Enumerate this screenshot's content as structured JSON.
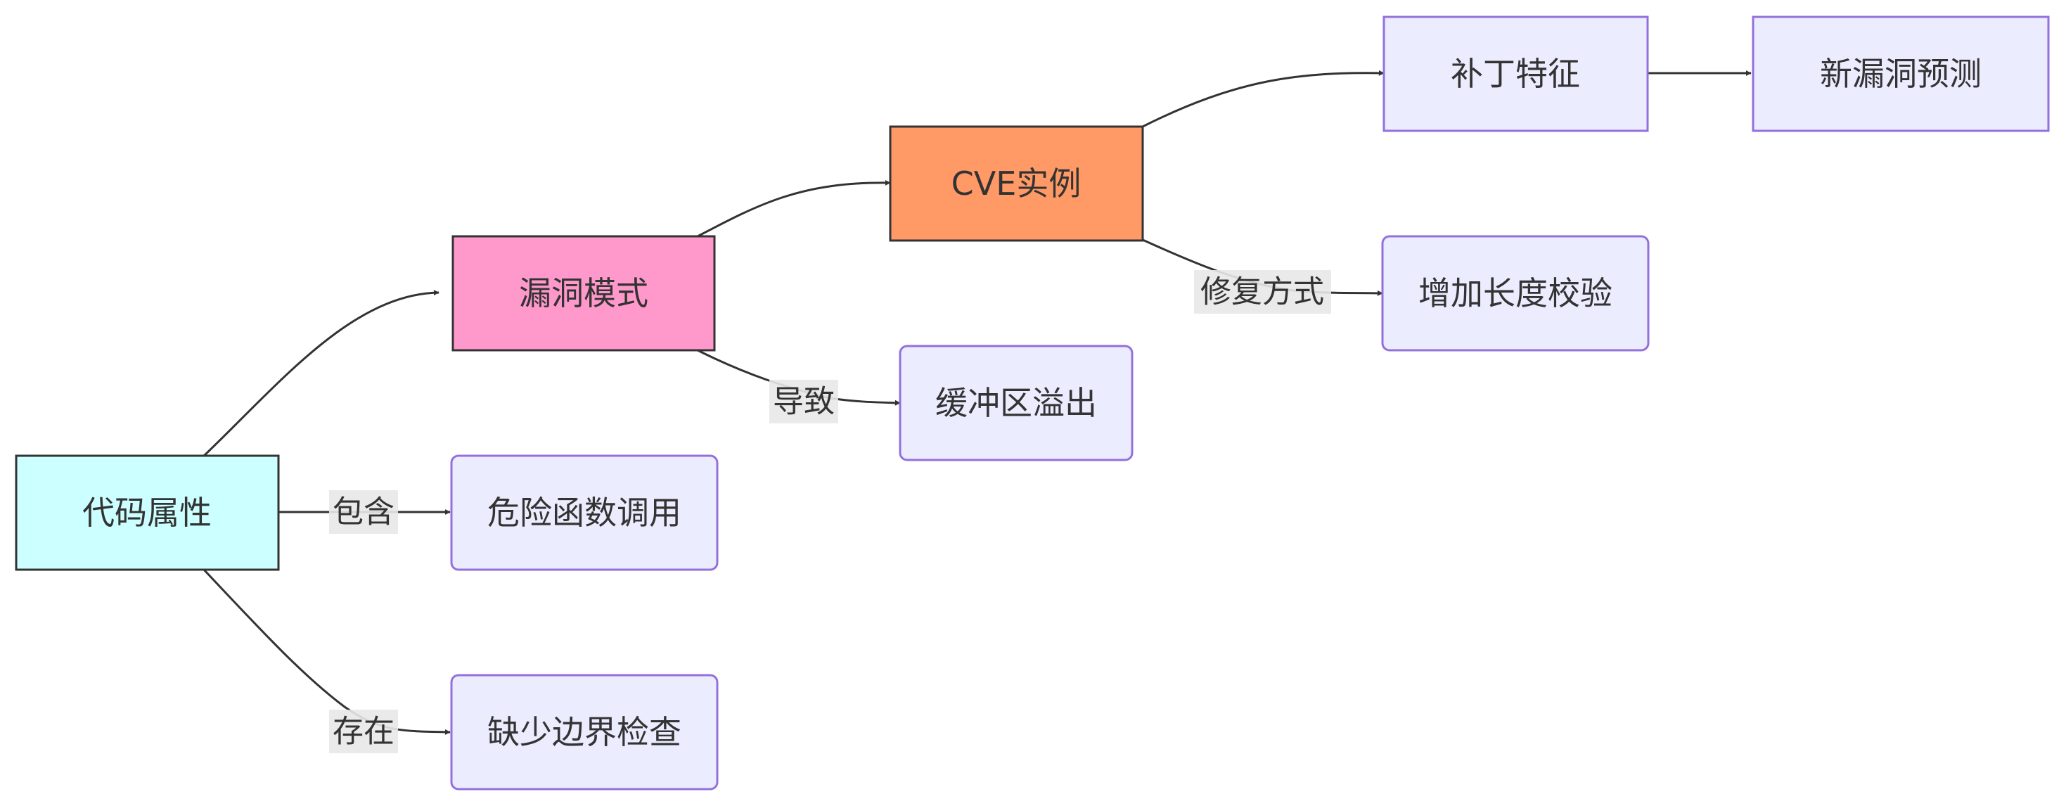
{
  "diagram": {
    "type": "flowchart",
    "direction": "left-to-right",
    "colors": {
      "default_fill": "#ececff",
      "default_stroke": "#9370db",
      "edge_stroke": "#333333",
      "label_bg": "#e8e8e8"
    },
    "nodes": {
      "code": {
        "label": "代码属性",
        "fill": "#ccffff",
        "stroke": "#333333"
      },
      "pattern": {
        "label": "漏洞模式",
        "fill": "#ff99cc",
        "stroke": "#333333"
      },
      "cve": {
        "label": "CVE实例",
        "fill": "#ff9966",
        "stroke": "#333333"
      },
      "patch": {
        "label": "补丁特征"
      },
      "predict": {
        "label": "新漏洞预测"
      },
      "lencheck": {
        "label": "增加长度校验"
      },
      "overflow": {
        "label": "缓冲区溢出"
      },
      "dangerous": {
        "label": "危险函数调用"
      },
      "boundary": {
        "label": "缺少边界检查"
      }
    },
    "edges": {
      "code_pattern": {
        "from": "代码属性",
        "to": "漏洞模式",
        "label": ""
      },
      "code_dangerous": {
        "from": "代码属性",
        "to": "危险函数调用",
        "label": "包含"
      },
      "code_boundary": {
        "from": "代码属性",
        "to": "缺少边界检查",
        "label": "存在"
      },
      "pattern_cve": {
        "from": "漏洞模式",
        "to": "CVE实例",
        "label": ""
      },
      "pattern_overflow": {
        "from": "漏洞模式",
        "to": "缓冲区溢出",
        "label": "导致"
      },
      "cve_patch": {
        "from": "CVE实例",
        "to": "补丁特征",
        "label": ""
      },
      "cve_lencheck": {
        "from": "CVE实例",
        "to": "增加长度校验",
        "label": "修复方式"
      },
      "patch_predict": {
        "from": "补丁特征",
        "to": "新漏洞预测",
        "label": ""
      }
    }
  }
}
